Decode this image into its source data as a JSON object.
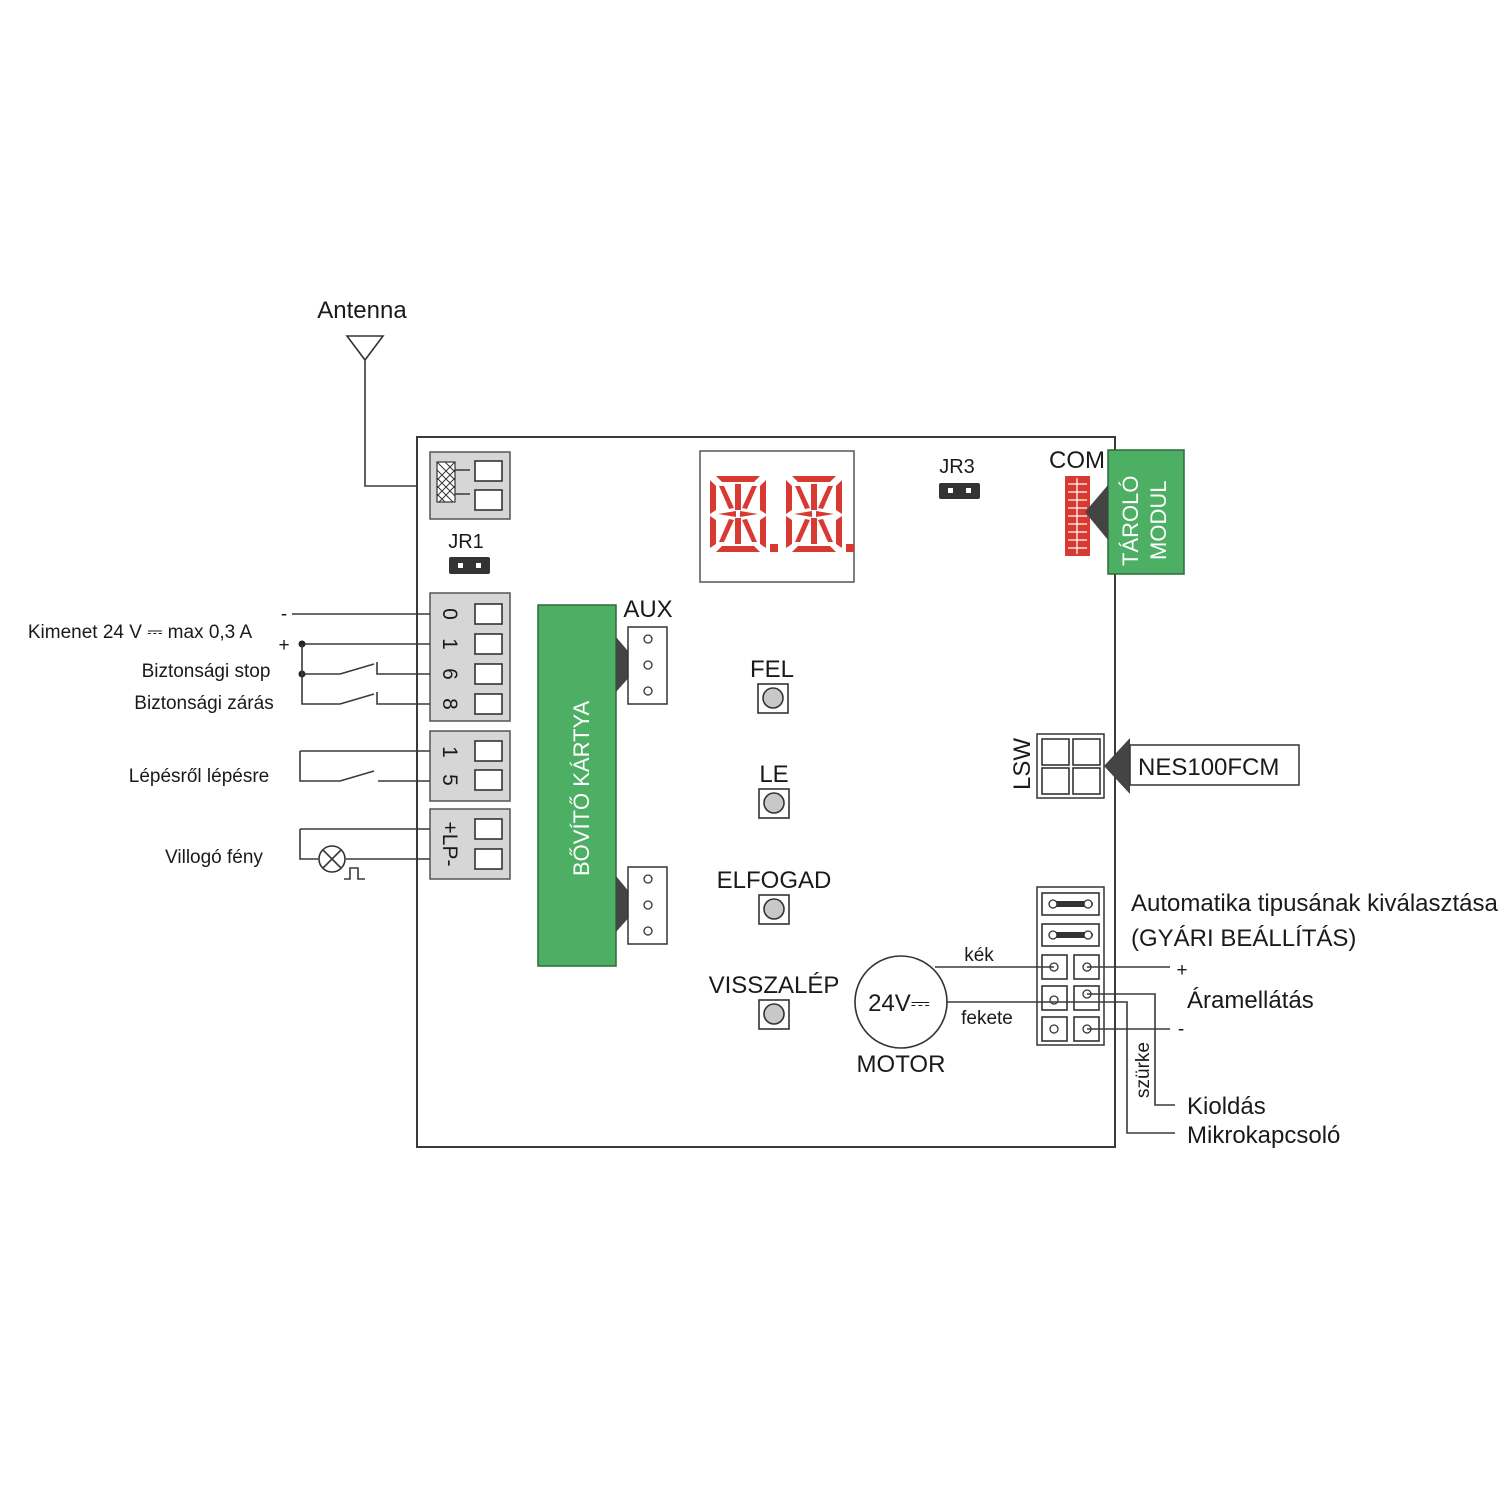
{
  "labels": {
    "antenna": "Antenna",
    "jr1": "JR1",
    "jr3": "JR3",
    "com": "COM",
    "aux": "AUX",
    "lsw": "LSW",
    "nes100fcm": "NES100FCM",
    "taroló_line1": "TÁROLÓ",
    "taroló_line2": "MODUL",
    "expansion_card": "BŐVÍTŐ KÁRTYA",
    "motor_voltage": "24V⎓",
    "motor": "MOTOR",
    "wire_blue": "kék",
    "wire_black": "fekete",
    "wire_grey": "szürke",
    "automation_select": "Automatika tipusának kiválasztása",
    "factory_setting": "(GYÁRI BEÁLLÍTÁS)",
    "power_supply": "Áramellátás",
    "plus": "+",
    "minus": "-",
    "release": "Kioldás",
    "microswitch": "Mikrokapcsoló"
  },
  "left_connections": {
    "output": "Kimenet 24 V ⎓ max 0,3 A",
    "minus": "-",
    "plus": "+",
    "safety_stop": "Biztonsági stop",
    "safety_close": "Biztonsági zárás",
    "step_by_step": "Lépésről lépésre",
    "flashing_light": "Villogó fény"
  },
  "terminals": {
    "block1": [
      "0",
      "1",
      "6",
      "8"
    ],
    "block2": [
      "1",
      "5"
    ],
    "block3": [
      "+LP-"
    ]
  },
  "buttons": {
    "fel": "FEL",
    "le": "LE",
    "elfogad": "ELFOGAD",
    "visszalep": "VISSZALÉP"
  }
}
